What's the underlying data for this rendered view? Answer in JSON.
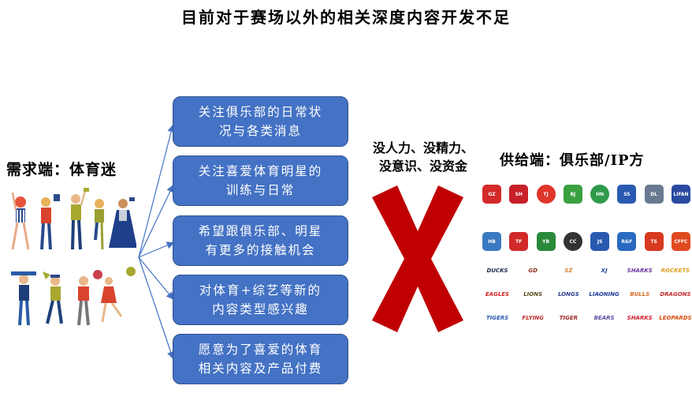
{
  "title": "目前对于赛场以外的相关深度内容开发不足",
  "demand_side": {
    "label": "需求端：体育迷",
    "fans_icon": "sports-fans-illustration",
    "needs": [
      {
        "line1": "关注俱乐部的日常状",
        "line2": "况与各类消息"
      },
      {
        "line1": "关注喜爱体育明星的",
        "line2": "训练与日常"
      },
      {
        "line1": "希望跟俱乐部、明星",
        "line2": "有更多的接触机会"
      },
      {
        "line1": "对体育+综艺等新的",
        "line2": "内容类型感兴趣"
      },
      {
        "line1": "愿意为了喜爱的体育",
        "line2": "相关内容及产品付费"
      }
    ]
  },
  "obstacles": {
    "line1": "没人力、没精力、",
    "line2": "没意识、没资金",
    "icon": "red-x-icon"
  },
  "supply_side": {
    "label": "供给端：俱乐部/IP方",
    "football_logos": [
      [
        "GZ",
        "SH",
        "TJ",
        "BJ",
        "HN",
        "SS",
        "DL",
        "LIFAN"
      ],
      [
        "HB",
        "TF",
        "YB",
        "CC",
        "JS",
        "R&F",
        "TS",
        "CFFC"
      ]
    ],
    "basketball_logos": [
      [
        "DUCKS",
        "GD",
        "SZ",
        "XJ",
        "SHARKS",
        "ROCKETS"
      ],
      [
        "EAGLES",
        "LIONS",
        "LONGS",
        "LIAONING",
        "BULLS",
        "DRAGONS"
      ],
      [
        "TIGERS",
        "FLYING",
        "TIGER",
        "BEARS",
        "SHARKS",
        "LEOPARDS"
      ]
    ]
  },
  "colors": {
    "box_fill": "#4472c4",
    "box_border": "#2f528f",
    "arrow": "#4472c4",
    "x_mark": "#c00000"
  }
}
